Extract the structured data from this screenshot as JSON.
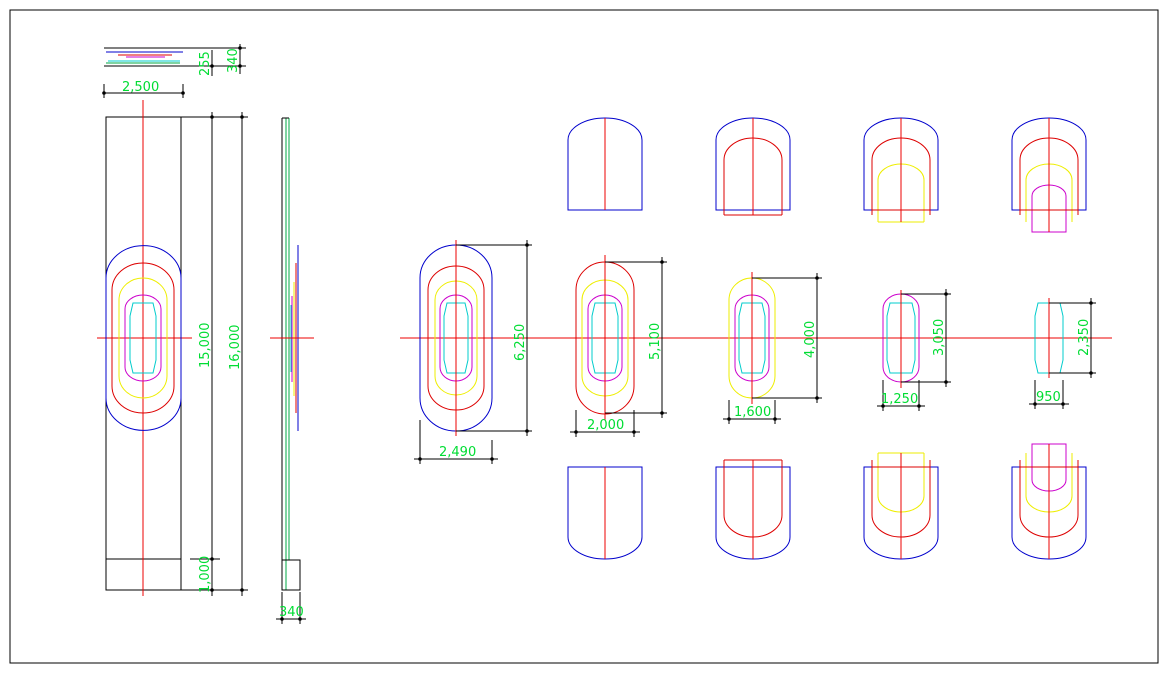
{
  "colors": {
    "background": "#ffffff",
    "frame": "#000000",
    "dimension_line": "#000000",
    "dimension_text": "#00dd33",
    "centerline": "#ee0000",
    "outline_blue": "#0000cc",
    "outline_red": "#dd0000",
    "outline_yellow": "#eeee00",
    "outline_magenta": "#cc00cc",
    "outline_cyan": "#00cccc",
    "plate_green": "#00aa44"
  },
  "dimensions": {
    "top_width": "2,500",
    "top_height_a": "255",
    "top_height_b": "340",
    "plate_length_15000": "15,000",
    "plate_length_16000": "16,000",
    "end_length_1000": "1,000",
    "side_thickness": "340",
    "section_1_height": "6,250",
    "section_1_width": "2,490",
    "section_2_height": "5,100",
    "section_2_width": "2,000",
    "section_3_height": "4,000",
    "section_3_width": "1,600",
    "section_4_height": "3,050",
    "section_4_width": "1,250",
    "section_5_height": "2,350",
    "section_5_width": "950"
  }
}
